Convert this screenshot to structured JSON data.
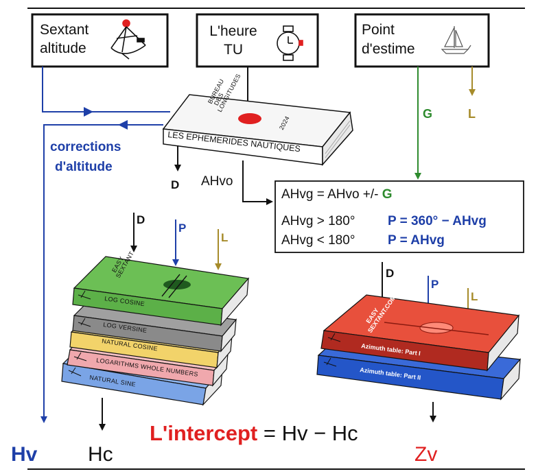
{
  "colors": {
    "blue": "#1e3fa8",
    "green": "#2e8b2e",
    "olive": "#a68b2a",
    "red": "#e02020",
    "black": "#111111"
  },
  "top_boxes": {
    "sextant": {
      "line1": "Sextant",
      "line2": "altitude",
      "icon": "sextant-icon"
    },
    "time": {
      "line1": "L'heure",
      "line2": "TU",
      "icon": "watch-icon"
    },
    "estimate": {
      "line1": "Point",
      "line2": "d'estime",
      "icon": "sailboat-icon"
    }
  },
  "ephemerides": {
    "cover_line1": "BUREAU",
    "cover_line2": "DES",
    "cover_line3": "LONGITUDES",
    "year": "2024",
    "spine": "LES EPHEMERIDES NAUTIQUES"
  },
  "labels": {
    "corrections_line1": "corrections",
    "corrections_line2": "d'altitude",
    "G": "G",
    "L": "L",
    "D": "D",
    "P": "P",
    "AHvo": "AHvo"
  },
  "formula_box": {
    "line1_a": "AHvg = AHvo +/- ",
    "line1_g": "G",
    "line2_a": "AHvg > 180°",
    "line2_b": "P = 360° − AHvg",
    "line3_a": "AHvg < 180°",
    "line3_b": "P = AHvg"
  },
  "easy_sextant_books": {
    "cover_line1": "EASY",
    "cover_line2": "SEXTANT",
    "items": [
      {
        "label": "LOG COSINE",
        "color": "#5cb048"
      },
      {
        "label": "LOG VERSINE",
        "color": "#8a8a8a"
      },
      {
        "label": "NATURAL COSINE",
        "color": "#f2d36a"
      },
      {
        "label": "LOGARITHMS WHOLE NUMBERS",
        "color": "#f0a8ad"
      },
      {
        "label": "NATURAL SINE",
        "color": "#7aa4e6"
      }
    ]
  },
  "azimuth_books": {
    "cover_line1": "EASY",
    "cover_line2": "SEXTANT.COM",
    "items": [
      {
        "label": "Azimuth table: Part I",
        "color": "#cc3322"
      },
      {
        "label": "Azimuth table: Part II",
        "color": "#2456c8"
      }
    ]
  },
  "bottom": {
    "hv": "Hv",
    "hc": "Hc",
    "zv": "Zv",
    "intercept_label": "L'intercept",
    "intercept_formula": " = Hv − Hc"
  }
}
